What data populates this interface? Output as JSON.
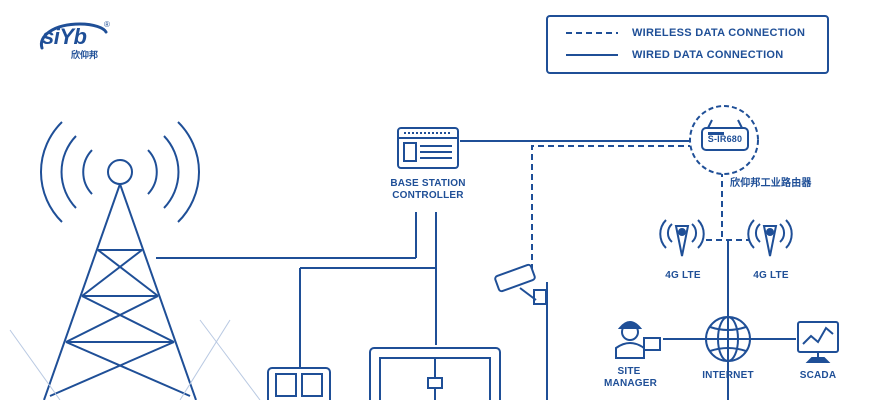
{
  "brand": {
    "logo_text": "siYb",
    "registered_mark": "®",
    "chinese_name": "欣仰邦"
  },
  "legend": {
    "wireless": "WIRELESS DATA CONNECTION",
    "wired": "WIRED DATA CONNECTION"
  },
  "nodes": {
    "base_station_controller": [
      "BASE STATION",
      "CONTROLLER"
    ],
    "router_model": "S-IR680",
    "router_caption": "欣仰邦工业路由器",
    "lte_left": "4G LTE",
    "lte_right": "4G LTE",
    "site_manager": [
      "SITE",
      "MANAGER"
    ],
    "internet": "INTERNET",
    "scada": "SCADA"
  },
  "colors": {
    "primary": "#1f4f97",
    "light": "#b9c9e2"
  }
}
